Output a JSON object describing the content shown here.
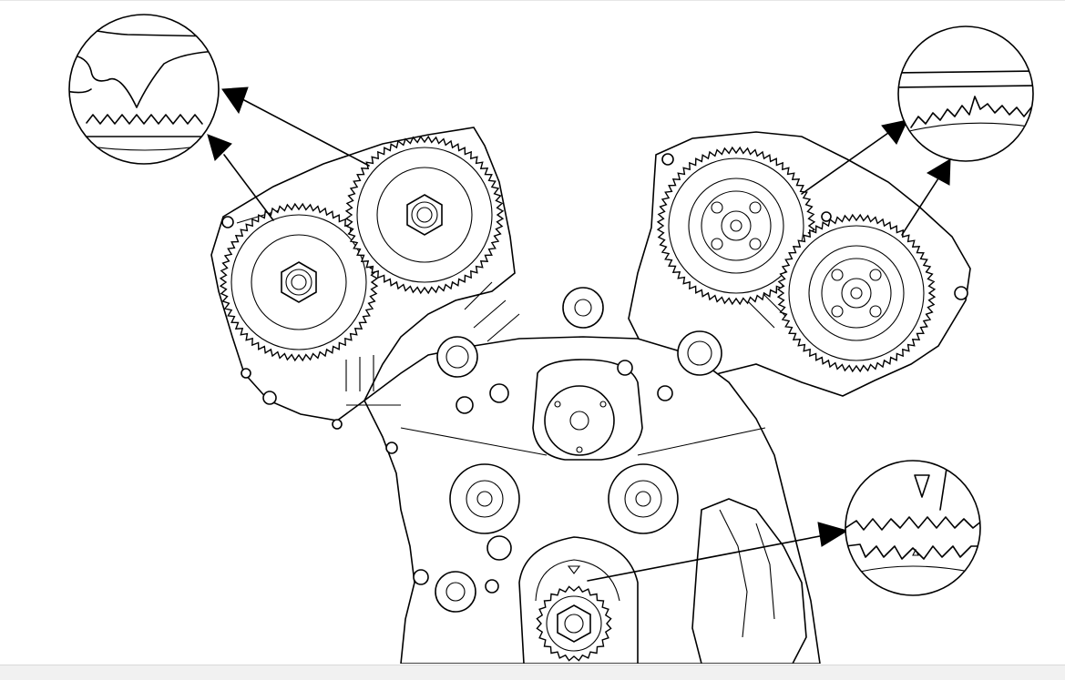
{
  "diagram": {
    "colors": {
      "line": "#000000",
      "background": "#ffffff",
      "footer": "#f1f1f1"
    },
    "components": [
      {
        "id": "left-bank-exhaust-cam-gear",
        "icon": "gear-icon"
      },
      {
        "id": "left-bank-intake-cam-gear",
        "icon": "gear-icon"
      },
      {
        "id": "right-bank-intake-cam-gear",
        "icon": "gear-icon"
      },
      {
        "id": "right-bank-exhaust-cam-gear",
        "icon": "gear-icon"
      },
      {
        "id": "crankshaft-sprocket",
        "icon": "gear-icon"
      },
      {
        "id": "water-pump-pulley",
        "icon": "pulley-icon"
      }
    ],
    "callouts": [
      {
        "id": "left-timing-mark-detail",
        "icon": "magnifier-icon"
      },
      {
        "id": "right-timing-mark-detail",
        "icon": "magnifier-icon"
      },
      {
        "id": "crank-timing-mark-detail",
        "icon": "magnifier-icon"
      }
    ]
  }
}
